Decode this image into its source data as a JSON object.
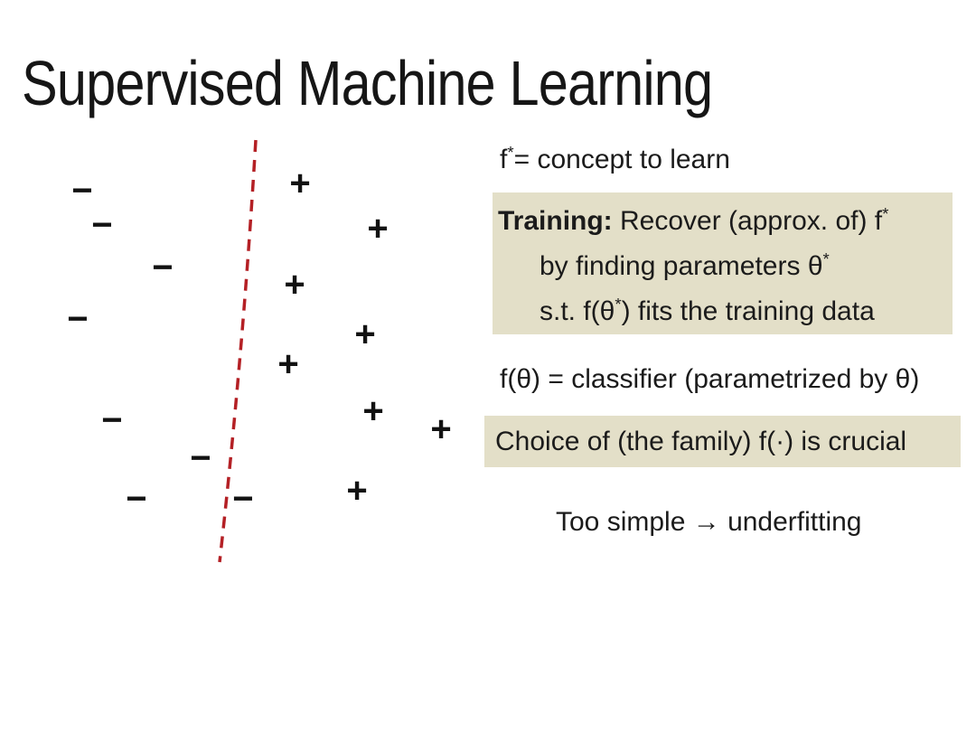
{
  "slide": {
    "title": "Supervised Machine Learning",
    "concept_line": {
      "pre": "f",
      "sup": "*",
      "rest": "= concept to learn"
    },
    "training_box": {
      "label": "Training:",
      "line1_rest": " Recover (approx. of) f",
      "line1_sup": "*",
      "line2": "by finding parameters θ",
      "line2_sup": "*",
      "line3_pre": "s.t. f(θ",
      "line3_sup": "*",
      "line3_post": ") fits the training data"
    },
    "classifier_line": "f(θ) = classifier (parametrized by θ)",
    "choice_line": "Choice of (the family) f(·) is crucial",
    "underfitting_line": "Too simple → underfitting"
  },
  "colors": {
    "background": "#ffffff",
    "text": "#1b1b1b",
    "highlight_box": "#e3dfc8",
    "decision_boundary": "#b42025",
    "marker": "#121212"
  },
  "chart_data": {
    "type": "scatter",
    "title": "",
    "xlabel": "",
    "ylabel": "",
    "axes_visible": false,
    "units": "page-pixels",
    "series": [
      {
        "name": "negative-examples",
        "marker": "−",
        "points": [
          [
            91,
            212
          ],
          [
            113,
            250
          ],
          [
            180,
            297
          ],
          [
            86,
            354
          ],
          [
            124,
            466
          ],
          [
            222,
            508
          ],
          [
            151,
            553
          ],
          [
            269,
            553
          ]
        ]
      },
      {
        "name": "positive-examples",
        "marker": "+",
        "points": [
          [
            332,
            204
          ],
          [
            418,
            254
          ],
          [
            326,
            316
          ],
          [
            404,
            371
          ],
          [
            319,
            404
          ],
          [
            413,
            456
          ],
          [
            488,
            476
          ],
          [
            395,
            544
          ]
        ]
      }
    ],
    "decision_boundary": {
      "style": "dashed",
      "color": "#b42025",
      "stroke_width": 3.5,
      "dash": [
        13,
        9
      ],
      "through_points": [
        [
          283,
          155
        ],
        [
          266,
          390
        ],
        [
          243,
          622
        ]
      ]
    }
  }
}
